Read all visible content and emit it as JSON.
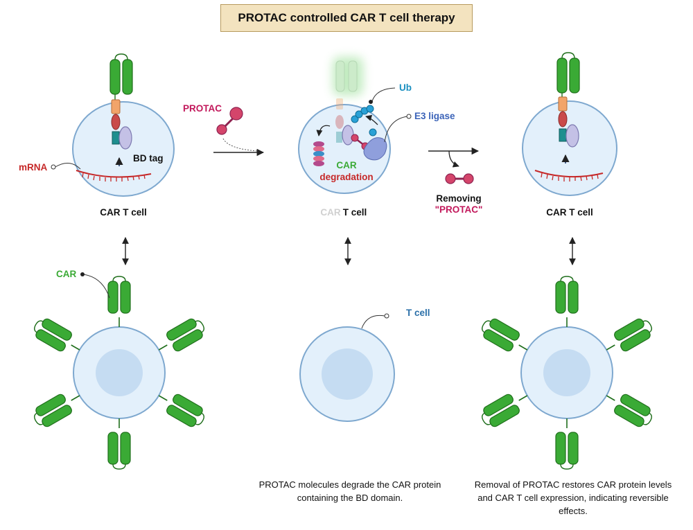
{
  "title": "PROTAC controlled CAR T cell therapy",
  "labels": {
    "protac": "PROTAC",
    "mrna": "mRNA",
    "bd_tag": "BD tag",
    "car_t_cell_left": "CAR T cell",
    "car_t_cell_right": "CAR T cell",
    "mid_car_faded": "CAR",
    "mid_t_cell": "T cell",
    "ub": "Ub",
    "e3_ligase": "E3 ligase",
    "car_degradation_car": "CAR",
    "car_degradation_word": "degradation",
    "removing": "Removing",
    "removing_protac": "\"PROTAC\"",
    "car": "CAR",
    "t_cell": "T cell"
  },
  "captions": {
    "middle": "PROTAC molecules degrade the CAR protein containing the BD domain.",
    "right": "Removal of PROTAC restores CAR protein levels and CAR T cell expression, indicating reversible effects."
  },
  "colors": {
    "title_bg": "#f3e3bf",
    "car_green": "#3aaa35",
    "protac_pink": "#c2185b",
    "mrna_red": "#c62828",
    "ub_blue": "#1a8fc0",
    "e3_blue": "#3b63b8",
    "t_cell_blue": "#2a6fa8",
    "cell_fill": "#e3f0fb",
    "nucleus_fill": "#c5dcf2"
  }
}
